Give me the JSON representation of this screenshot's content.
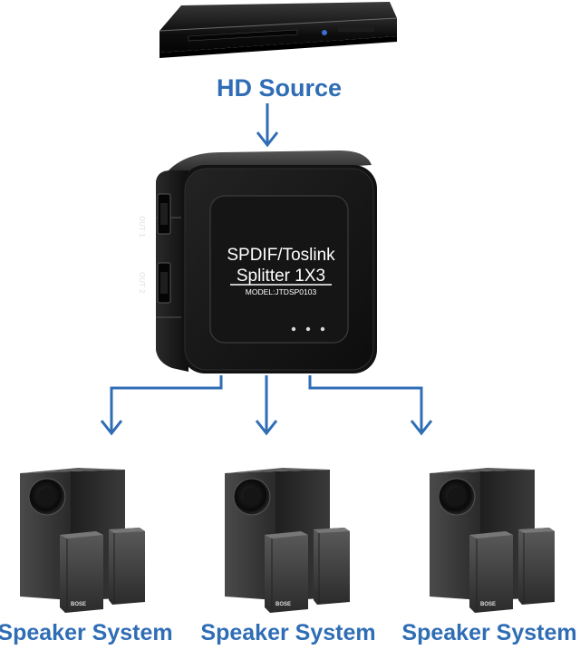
{
  "source": {
    "label": "HD Source"
  },
  "splitter": {
    "title_line1": "SPDIF/Toslink",
    "title_line2": "Splitter 1X3",
    "model": "MODEL:JTDSP0103",
    "port_labels": [
      "OUT 1",
      "OUT 2"
    ]
  },
  "outputs": [
    {
      "label": "Speaker System",
      "brand": "BOSE"
    },
    {
      "label": "Speaker System",
      "brand": "BOSE"
    },
    {
      "label": "Speaker System",
      "brand": "BOSE"
    }
  ],
  "colors": {
    "arrow": "#2f6db5",
    "label": "#2f6db5",
    "device": "#1b1b1b"
  }
}
